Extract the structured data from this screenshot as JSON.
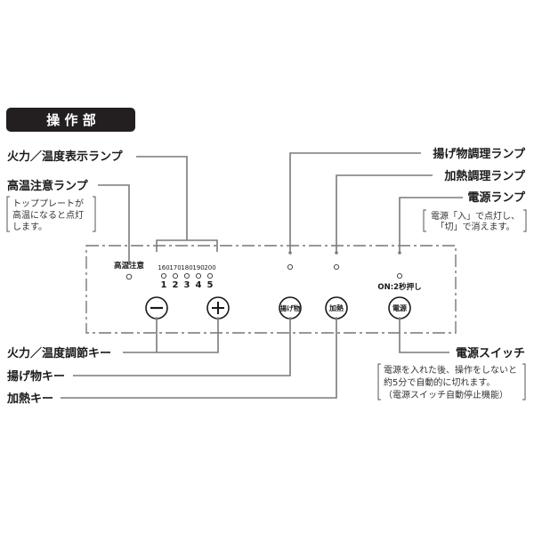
{
  "header": {
    "title": "操 作 部"
  },
  "labels": {
    "heat_temp_lamp": "火力／温度表示ランプ",
    "high_temp_lamp": "高温注意ランプ",
    "high_temp_note": [
      "トッププレートが",
      "高温になると点灯",
      "します。"
    ],
    "fry_lamp": "揚げ物調理ランプ",
    "heat_cook_lamp": "加熱調理ランプ",
    "power_lamp": "電源ランプ",
    "power_lamp_note": [
      "電源「入」で点灯し、",
      "「切」で消えます。"
    ],
    "heat_temp_key": "火力／温度調節キー",
    "fry_key": "揚げ物キー",
    "heat_key": "加熱キー",
    "power_switch": "電源スイッチ",
    "power_switch_note": [
      "電源を入れた後、操作をしないと",
      "約5分で自動的に切れます。",
      "（電源スイッチ自動停止機能）"
    ]
  },
  "panel": {
    "high_temp_text": "高温注意",
    "temps": [
      "160",
      "170",
      "180",
      "190",
      "200"
    ],
    "levels": [
      "1",
      "2",
      "3",
      "4",
      "5"
    ],
    "minus_key": "−",
    "plus_key": "+",
    "fry_key": "揚げ物",
    "heat_key": "加熱",
    "power_key": "電源",
    "power_hint": "ON:2秒押し"
  },
  "colors": {
    "header_bg": "#231f20",
    "line": "#7a7a7a"
  }
}
